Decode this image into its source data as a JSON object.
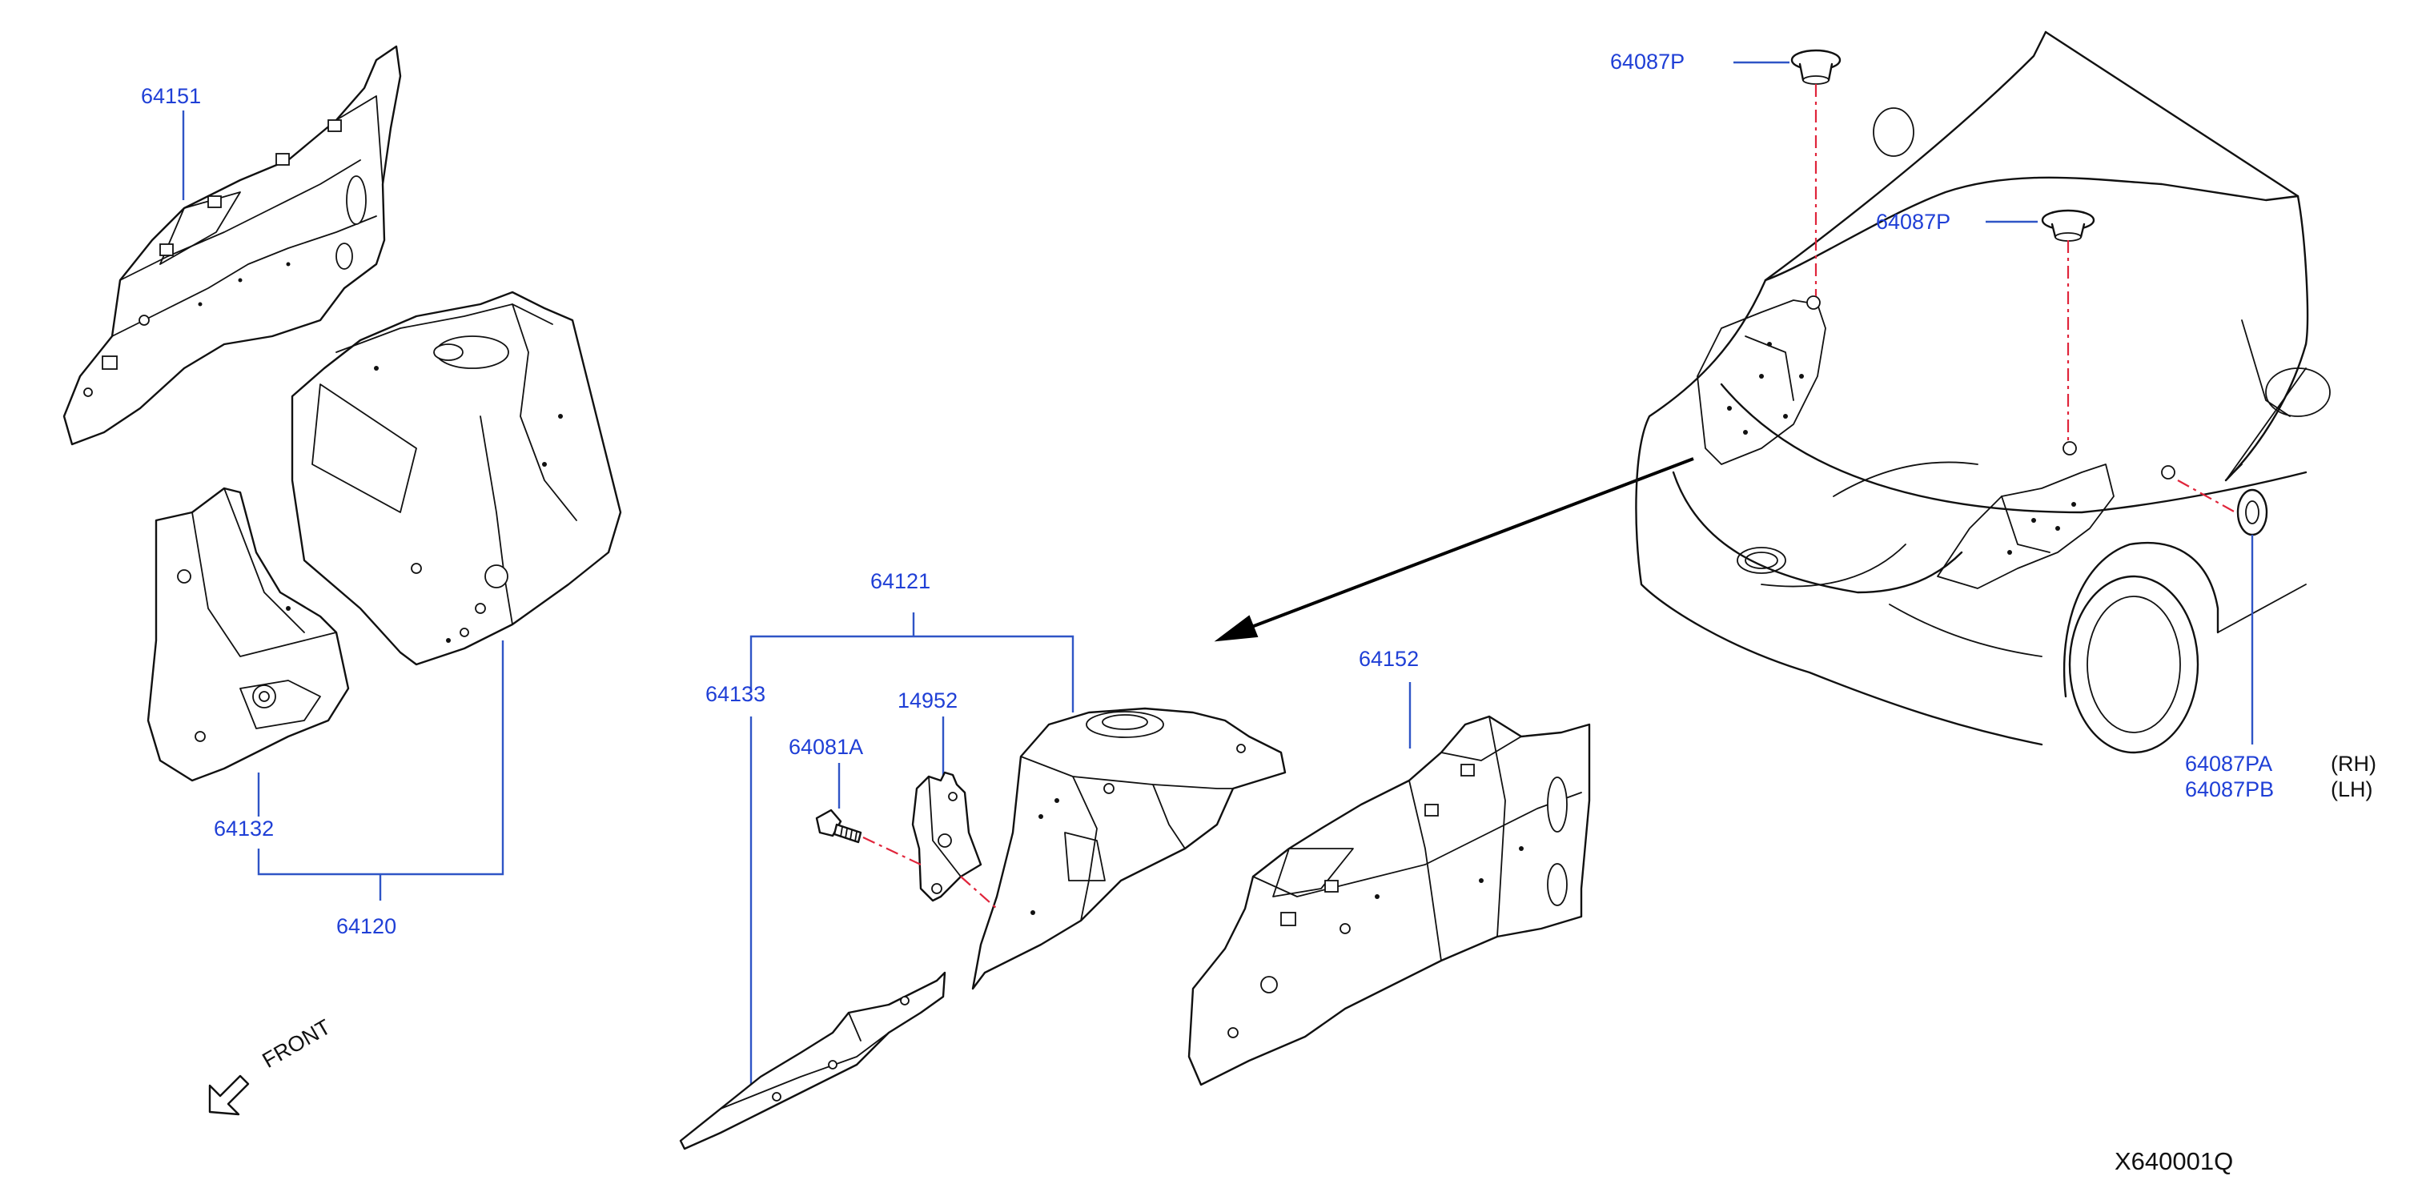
{
  "diagram": {
    "colors": {
      "label": "#1f3fd6",
      "leader": "#2f55c6",
      "centerline": "#e0253b",
      "line": "#111111"
    },
    "labels": {
      "p64151": "64151",
      "p64132": "64132",
      "p64120": "64120",
      "p64121": "64121",
      "p64133": "64133",
      "p14952": "14952",
      "p64081A": "64081A",
      "p64152": "64152",
      "p64087P_a": "64087P",
      "p64087P_b": "64087P",
      "p64087PA": "64087PA",
      "p64087PB": "64087PB",
      "rh": "(RH)",
      "lh": "(LH)",
      "front": "FRONT",
      "figure_code": "X640001Q"
    }
  }
}
